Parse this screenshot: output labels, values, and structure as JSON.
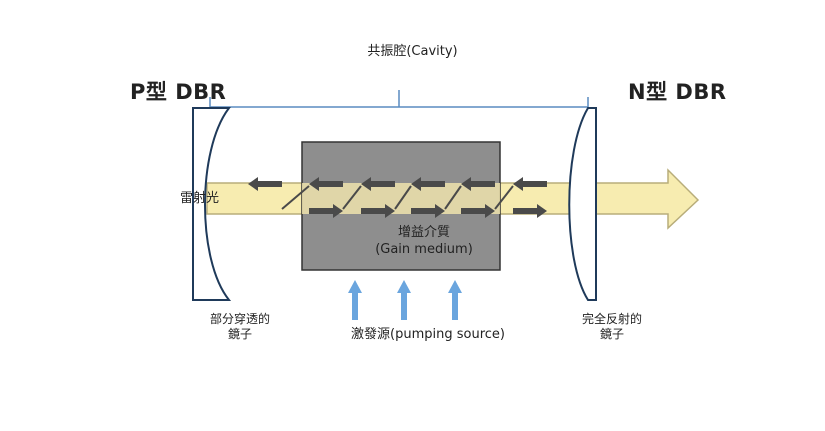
{
  "cavity_label": "共振腔(Cavity)",
  "p_dbr_label": "P型 DBR",
  "n_dbr_label": "N型 DBR",
  "laser_label": "雷射光",
  "gain_medium": {
    "line1": "增益介質",
    "line2": "(Gain medium)"
  },
  "partial_mirror": {
    "line1": "部分穿透的",
    "line2": "鏡子"
  },
  "full_mirror": {
    "line1": "完全反射的",
    "line2": "鏡子"
  },
  "pump_label": "激發源(pumping source)",
  "colors": {
    "laser_fill": "#f7ecb0",
    "laser_stroke": "#b8ad7a",
    "gain_fill": "#8e8e8e",
    "mirror_stroke": "#1f3a5a",
    "bracket": "#5a8cc0",
    "pump_arrow": "#6aa5de",
    "internal_arrow": "#4a4a4a"
  }
}
